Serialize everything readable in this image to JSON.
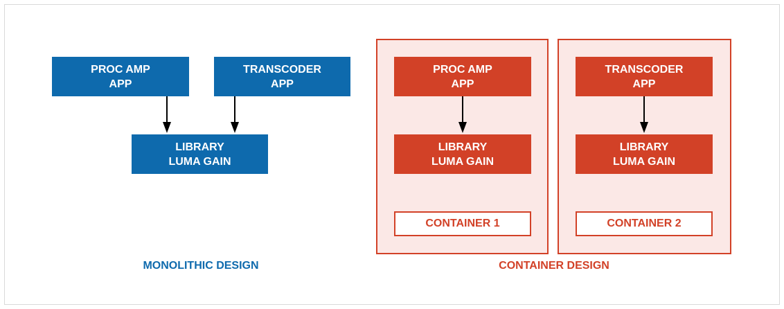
{
  "monolithic": {
    "proc_amp": {
      "line1": "PROC AMP",
      "line2": "APP"
    },
    "transcoder": {
      "line1": "TRANSCODER",
      "line2": "APP"
    },
    "library": {
      "line1": "LIBRARY",
      "line2": "LUMA GAIN"
    },
    "caption": "MONOLITHIC DESIGN"
  },
  "container_design": {
    "container1": {
      "app": {
        "line1": "PROC AMP",
        "line2": "APP"
      },
      "library": {
        "line1": "LIBRARY",
        "line2": "LUMA GAIN"
      },
      "label": "CONTAINER 1"
    },
    "container2": {
      "app": {
        "line1": "TRANSCODER",
        "line2": "APP"
      },
      "library": {
        "line1": "LIBRARY",
        "line2": "LUMA GAIN"
      },
      "label": "CONTAINER 2"
    },
    "caption": "CONTAINER DESIGN"
  },
  "colors": {
    "blue": "#0e6aad",
    "red": "#d24127",
    "container_fill": "#fbe8e6"
  }
}
